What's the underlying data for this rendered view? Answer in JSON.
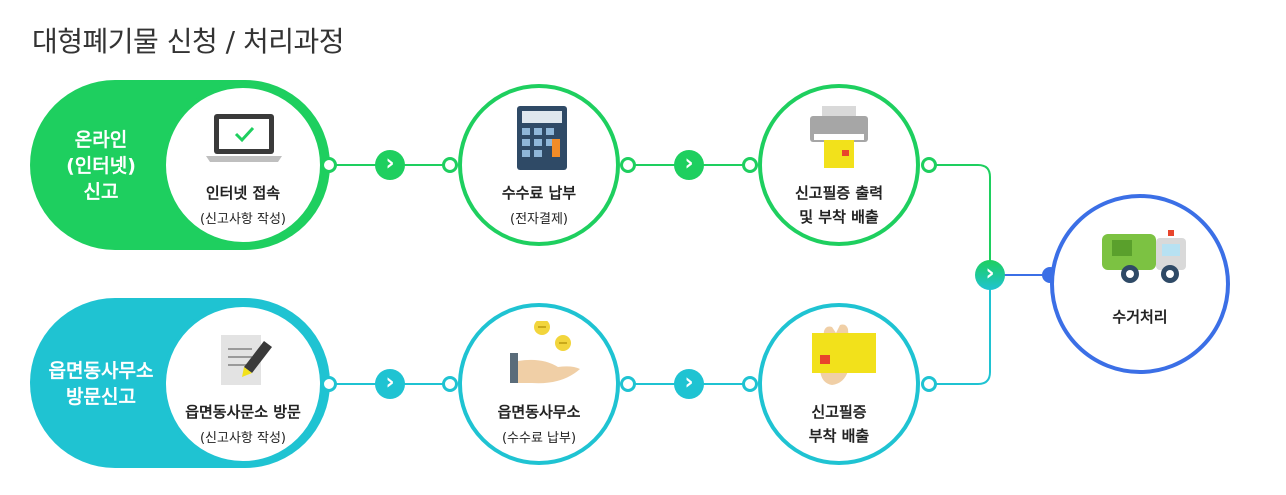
{
  "title": "대형폐기물 신청 / 처리과정",
  "colors": {
    "green": "#1ecf5f",
    "teal": "#1fc3d2",
    "blue": "#3b6fe6",
    "gray": "#888888"
  },
  "online": {
    "label_lines": [
      "온라인",
      "(인터넷)",
      "신고"
    ],
    "steps": [
      {
        "title": "인터넷 접속",
        "sub": "(신고사항 작성)",
        "icon": "laptop-check-icon"
      },
      {
        "title": "수수료 납부",
        "sub": "(전자결제)",
        "icon": "calculator-icon"
      },
      {
        "title": "신고필증 출력",
        "title2": "및 부착 배출",
        "icon": "printer-icon"
      }
    ]
  },
  "visit": {
    "label_lines": [
      "읍면동사무소",
      "방문신고"
    ],
    "steps": [
      {
        "title": "읍면동사문소 방문",
        "sub": "(신고사항 작성)",
        "icon": "document-pen-icon"
      },
      {
        "title": "읍면동사무소",
        "sub": "(수수료 납부)",
        "icon": "hand-coins-icon"
      },
      {
        "title": "신고필증",
        "title2": "부착 배출",
        "icon": "hand-card-icon"
      }
    ]
  },
  "final": {
    "title": "수거처리",
    "icon": "garbage-truck-icon"
  }
}
